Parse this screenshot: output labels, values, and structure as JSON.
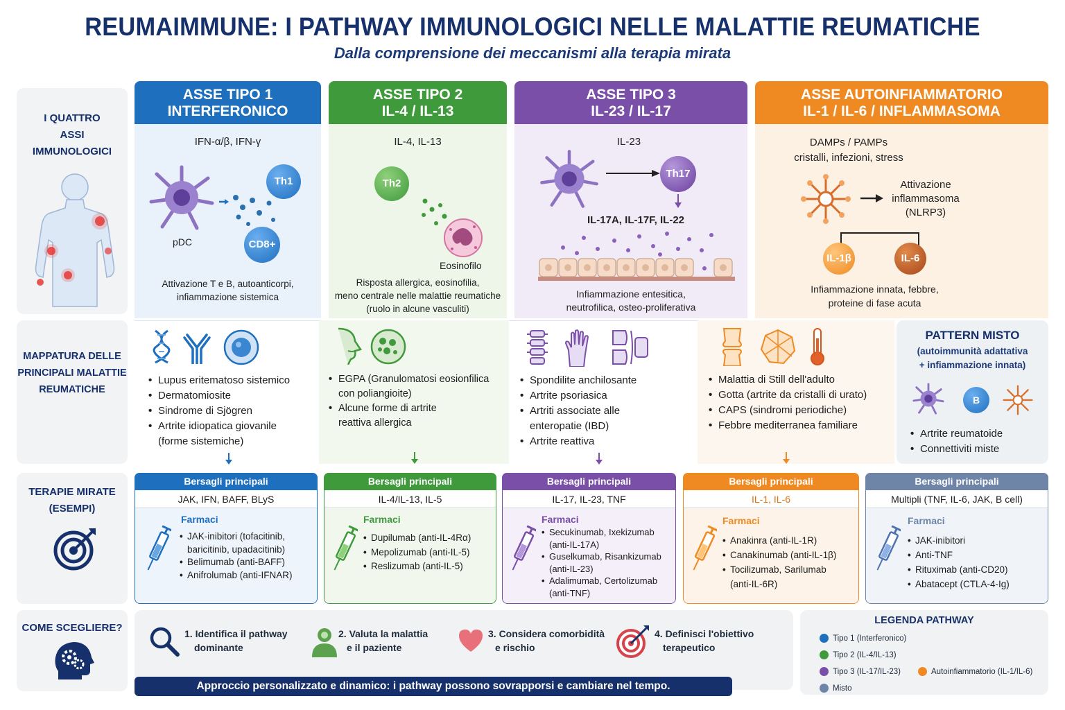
{
  "header": {
    "title": "REUMAIMMUNE: I PATHWAY IMMUNOLOGICI NELLE MALATTIE REUMATICHE",
    "subtitle": "Dalla comprensione dei meccanismi alla terapia mirata"
  },
  "rows": {
    "axes_label": "I QUATTRO ASSI IMMUNOLOGICI",
    "mapping_label": "MAPPATURA DELLE PRINCIPALI MALATTIE REUMATICHE",
    "therapy_label": "TERAPIE MIRATE (ESEMPI)",
    "choose_label": "COME SCEGLIERE?"
  },
  "axes": [
    {
      "head_line1": "ASSE TIPO 1",
      "head_line2": "INTERFERONICO",
      "cytokines": "IFN-α/β, IFN-γ",
      "cell_a": "pDC",
      "cell_b": "Th1",
      "cell_c": "CD8+",
      "desc_line1": "Attivazione T e B, autoanticorpi,",
      "desc_line2": "infiammazione sistemica",
      "color": "#1f6fbf"
    },
    {
      "head_line1": "ASSE TIPO 2",
      "head_line2": "IL-4 / IL-13",
      "cytokines": "IL-4, IL-13",
      "cell_a": "Th2",
      "cell_b": "Eosinofilo",
      "desc_line1": "Risposta allergica, eosinofilia,",
      "desc_line2": "meno centrale nelle malattie reumatiche",
      "desc_line3": "(ruolo in alcune vasculiti)",
      "color": "#3f9a3c"
    },
    {
      "head_line1": "ASSE TIPO 3",
      "head_line2": "IL-23 / IL-17",
      "cytokines": "IL-23",
      "cell_a": "Th17",
      "cytokines2": "IL-17A, IL-17F, IL-22",
      "desc_line1": "Infiammazione entesitica,",
      "desc_line2": "neutrofilica, osteo-proliferativa",
      "color": "#7a4fa8"
    },
    {
      "head_line1": "ASSE AUTOINFIAMMATORIO",
      "head_line2": "IL-1 / IL-6 / INFLAMMASOMA",
      "trigger_line1": "DAMPs / PAMPs",
      "trigger_line2": "cristalli, infezioni, stress",
      "activation_line1": "Attivazione",
      "activation_line2": "inflammasoma",
      "activation_line3": "(NLRP3)",
      "cell_a": "IL-1β",
      "cell_b": "IL-6",
      "desc_line1": "Infiammazione innata, febbre,",
      "desc_line2": "proteine di fase acuta",
      "color": "#ef8a22"
    }
  ],
  "mapping": {
    "type1": [
      "Lupus eritematoso sistemico",
      "Dermatomiosite",
      "Sindrome di Sjögren",
      "Artrite idiopatica giovanile",
      "(forme sistemiche)"
    ],
    "type2": [
      "EGPA (Granulomatosi eosionfilica",
      "con poliangioite)",
      "Alcune forme di artrite",
      "reattiva allergica"
    ],
    "type3": [
      "Spondilite anchilosante",
      "Artrite psoriasica",
      "Artriti associate alle",
      "enteropatie (IBD)",
      "Artrite reattiva"
    ],
    "auto": [
      "Malattia di Still dell'adulto",
      "Gotta (artrite da cristalli di urato)",
      "CAPS (sindromi periodiche)",
      "Febbre mediterranea familiare"
    ],
    "mixed": {
      "title": "PATTERN MISTO",
      "subtitle_line1": "(autoimmunità adattativa",
      "subtitle_line2": "+ infiammazione innata)",
      "b_cell": "B",
      "items": [
        "Artrite reumatoide",
        "Connettiviti miste"
      ]
    }
  },
  "therapies": [
    {
      "head": "Bersagli principali",
      "targets": "JAK, IFN, BAFF, BLyS",
      "farmaci": "Farmaci",
      "drugs": [
        "JAK-inibitori (tofacitinib,",
        "baricitinib, upadacitinib)",
        "Belimumab (anti-BAFF)",
        "Anifrolumab (anti-IFNAR)"
      ],
      "color": "#1f6fbf"
    },
    {
      "head": "Bersagli principali",
      "targets": "IL-4/IL-13, IL-5",
      "farmaci": "Farmaci",
      "drugs": [
        "Dupilumab (anti-IL-4Rα)",
        "Mepolizumab (anti-IL-5)",
        "Reslizumab (anti-IL-5)"
      ],
      "color": "#3f9a3c"
    },
    {
      "head": "Bersagli principali",
      "targets": "IL-17, IL-23, TNF",
      "farmaci": "Farmaci",
      "drugs": [
        "Secukinumab, Ixekizumab",
        "(anti-IL-17A)",
        "Guselkumab, Risankizumab",
        "(anti-IL-23)",
        "Adalimumab, Certolizumab",
        "(anti-TNF)"
      ],
      "color": "#7a4fa8"
    },
    {
      "head": "Bersagli principali",
      "targets": "IL-1, IL-6",
      "farmaci": "Farmaci",
      "drugs": [
        "Anakinra (anti-IL-1R)",
        "Canakinumab (anti-IL-1β)",
        "Tocilizumab, Sarilumab",
        "(anti-IL-6R)"
      ],
      "color": "#ef8a22"
    },
    {
      "head": "Bersagli principali",
      "targets": "Multipli (TNF, IL-6, JAK, B cell)",
      "farmaci": "Farmaci",
      "drugs": [
        "JAK-inibitori",
        "Anti-TNF",
        "Rituximab (anti-CD20)",
        "Abatacept (CTLA-4-Ig)"
      ],
      "color": "#6f85a8"
    }
  ],
  "choose": {
    "steps": [
      {
        "line1": "1. Identifica il pathway",
        "line2": "dominante",
        "icon": "magnifier-icon"
      },
      {
        "line1": "2. Valuta la malattia",
        "line2": "e il paziente",
        "icon": "person-icon"
      },
      {
        "line1": "3. Considera comorbidità",
        "line2": "e rischio",
        "icon": "heart-icon"
      },
      {
        "line1": "4. Definisci l'obiettivo",
        "line2": "terapeutico",
        "icon": "target-icon"
      }
    ],
    "banner": "Approccio personalizzato e dinamico: i pathway possono sovrapporsi e cambiare nel tempo."
  },
  "legend": {
    "title": "LEGENDA PATHWAY",
    "items": [
      {
        "label": "Tipo 1 (Interferonico)",
        "color": "#1f6fbf"
      },
      {
        "label": "Tipo 2 (IL-4/IL-13)",
        "color": "#3f9a3c"
      },
      {
        "label": "Tipo 3 (IL-17/IL-23)",
        "color": "#7a4fa8"
      },
      {
        "label": "Autoinfiammatorio (IL-1/IL-6)",
        "color": "#ef8a22"
      },
      {
        "label": "Misto",
        "color": "#6f85a8"
      }
    ]
  }
}
